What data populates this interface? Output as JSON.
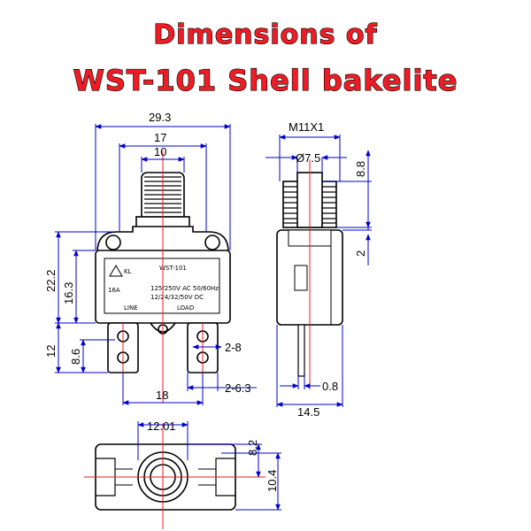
{
  "title": {
    "line1": "Dimensions of",
    "line2": "WST-101 Shell bakelite"
  },
  "colors": {
    "title": "#ee1c24",
    "dimension_line": "#0000cc",
    "center_line": "#ee1c24",
    "outline": "#000000"
  },
  "front_view": {
    "dims": {
      "width_total": "29.3",
      "width_mid": "17",
      "width_button": "10",
      "height_total": "22.2",
      "height_body": "16.3",
      "terminal_height": "12",
      "terminal_mid": "8.6",
      "terminal_spacing": "18",
      "tab_width_a": "2-8",
      "tab_width_b": "2-6.3"
    },
    "label": {
      "brand": "KL",
      "model": "WST-101",
      "current": "16A",
      "rating_ac": "125/250V AC 50/60Hz",
      "rating_dc": "12/24/32/50V DC",
      "line": "LINE",
      "load": "LOAD"
    }
  },
  "side_view": {
    "dims": {
      "thread": "M11X1",
      "diameter": "Ø7.5",
      "thread_height": "8.8",
      "collar": "2",
      "pin": "0.8",
      "depth": "14.5"
    }
  },
  "bottom_view": {
    "dims": {
      "hole": "12.01",
      "half_height": "8.2",
      "height": "10.4"
    }
  }
}
